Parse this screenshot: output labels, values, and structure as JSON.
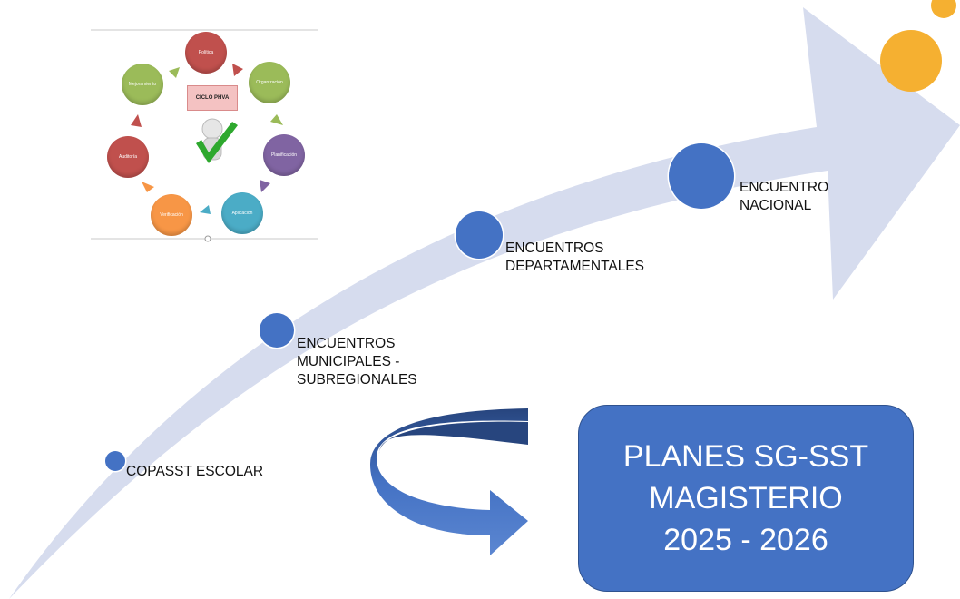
{
  "stages": [
    {
      "id": "copasst",
      "label": "COPASST ESCOLAR"
    },
    {
      "id": "municipal",
      "label": "ENCUENTROS MUNICIPALES - SUBREGIONALES",
      "lines": [
        "ENCUENTROS",
        "MUNICIPALES -",
        "SUBREGIONALES"
      ]
    },
    {
      "id": "departamental",
      "label": "ENCUENTROS DEPARTAMENTALES",
      "lines": [
        "ENCUENTROS",
        "DEPARTAMENTALES"
      ]
    },
    {
      "id": "nacional",
      "label": "ENCUENTRO NACIONAL",
      "lines": [
        "ENCUENTRO",
        "NACIONAL"
      ]
    }
  ],
  "plan_box": {
    "lines": [
      "PLANES SG-SST",
      "MAGISTERIO",
      "2025 - 2026"
    ]
  },
  "pdca_cycle": {
    "title": "CICLO PHVA",
    "nodes": [
      {
        "label": "Política",
        "color": "#c0504d"
      },
      {
        "label": "Organización",
        "color": "#9bbb59"
      },
      {
        "label": "Planificación",
        "color": "#8064a2"
      },
      {
        "label": "Aplicación",
        "color": "#4bacc6"
      },
      {
        "label": "Verificación",
        "color": "#f79646"
      },
      {
        "label": "Auditoría",
        "color": "#c0504d"
      },
      {
        "label": "Mejoramiento",
        "color": "#9bbb59"
      }
    ]
  },
  "colors": {
    "arrow": "#d6dcee",
    "dot": "#4472c4",
    "plan_box": "#4472c4",
    "curved_arrow": "#4472c4",
    "sun": "#f5b031"
  }
}
